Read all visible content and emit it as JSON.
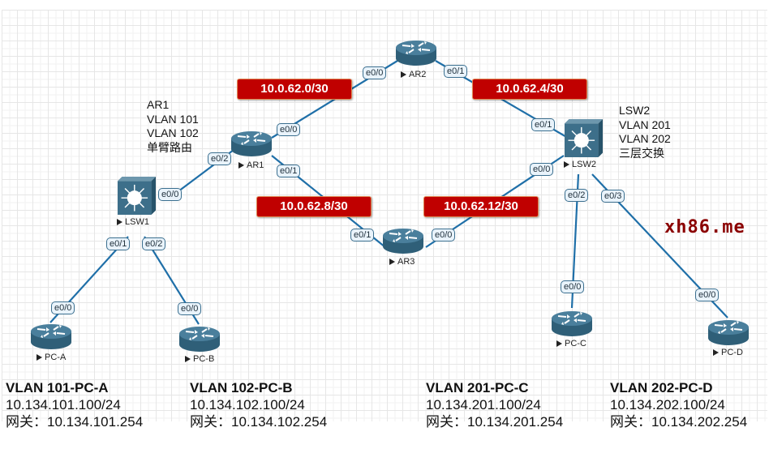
{
  "diagram": {
    "devices": [
      {
        "id": "AR1",
        "label": "AR1",
        "type": "router"
      },
      {
        "id": "AR2",
        "label": "AR2",
        "type": "router"
      },
      {
        "id": "AR3",
        "label": "AR3",
        "type": "router"
      },
      {
        "id": "LSW1",
        "label": "LSW1",
        "type": "switch"
      },
      {
        "id": "LSW2",
        "label": "LSW2",
        "type": "switch"
      },
      {
        "id": "PC-A",
        "label": "PC-A",
        "type": "router"
      },
      {
        "id": "PC-B",
        "label": "PC-B",
        "type": "router"
      },
      {
        "id": "PC-C",
        "label": "PC-C",
        "type": "router"
      },
      {
        "id": "PC-D",
        "label": "PC-D",
        "type": "router"
      }
    ],
    "links": [
      {
        "from": "AR1",
        "from_port": "e0/0",
        "to": "AR2",
        "to_port": "e0/0"
      },
      {
        "from": "AR2",
        "from_port": "e0/1",
        "to": "LSW2",
        "to_port": "e0/1"
      },
      {
        "from": "AR1",
        "from_port": "e0/1",
        "to": "AR3",
        "to_port": "e0/1"
      },
      {
        "from": "AR3",
        "from_port": "e0/0",
        "to": "LSW2",
        "to_port": "e0/0"
      },
      {
        "from": "AR1",
        "from_port": "e0/2",
        "to": "LSW1",
        "to_port": "e0/0"
      },
      {
        "from": "LSW1",
        "from_port": "e0/1",
        "to": "PC-A",
        "to_port": "e0/0"
      },
      {
        "from": "LSW1",
        "from_port": "e0/2",
        "to": "PC-B",
        "to_port": "e0/0"
      },
      {
        "from": "LSW2",
        "from_port": "e0/2",
        "to": "PC-C",
        "to_port": "e0/0"
      },
      {
        "from": "LSW2",
        "from_port": "e0/3",
        "to": "PC-D",
        "to_port": "e0/0"
      }
    ],
    "ports": {
      "ar2_e00": "e0/0",
      "ar2_e01": "e0/1",
      "ar1_e00": "e0/0",
      "ar1_e01": "e0/1",
      "ar1_e02": "e0/2",
      "lsw1_e00": "e0/0",
      "lsw1_e01": "e0/1",
      "lsw1_e02": "e0/2",
      "lsw2_e01": "e0/1",
      "lsw2_e00": "e0/0",
      "lsw2_e02": "e0/2",
      "lsw2_e03": "e0/3",
      "ar3_e01": "e0/1",
      "ar3_e00": "e0/0",
      "pca_e00": "e0/0",
      "pcb_e00": "e0/0",
      "pcc_e00": "e0/0",
      "pcd_e00": "e0/0"
    },
    "subnets": {
      "ar1_ar2": "10.0.62.0/30",
      "ar2_lsw2": "10.0.62.4/30",
      "ar1_ar3": "10.0.62.8/30",
      "ar3_lsw2": "10.0.62.12/30"
    },
    "notes": {
      "ar1": [
        "AR1",
        "VLAN 101",
        "VLAN 102",
        "单臂路由"
      ],
      "lsw2": [
        "LSW2",
        "VLAN 201",
        "VLAN 202",
        "三层交换"
      ]
    },
    "pc_info": [
      {
        "title": "VLAN 101-PC-A",
        "ip": "10.134.101.100/24",
        "gateway": "网关：10.134.101.254"
      },
      {
        "title": "VLAN 102-PC-B",
        "ip": "10.134.102.100/24",
        "gateway": "网关：10.134.102.254"
      },
      {
        "title": "VLAN 201-PC-C",
        "ip": "10.134.201.100/24",
        "gateway": "网关：10.134.201.254"
      },
      {
        "title": "VLAN 202-PC-D",
        "ip": "10.134.202.100/24",
        "gateway": "网关：10.134.202.254"
      }
    ],
    "watermark": "xh86.me",
    "colors": {
      "link": "#1f6fa8",
      "subnet_bg": "#c00000",
      "device": "#3d6f8a",
      "watermark": "#8b0000"
    }
  }
}
